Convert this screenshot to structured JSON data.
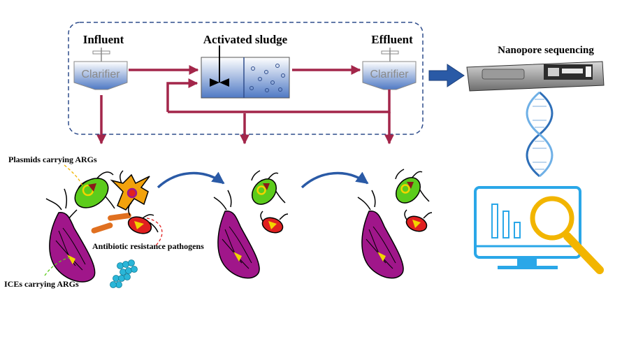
{
  "diagram": {
    "stages": {
      "influent": "Influent",
      "activated_sludge": "Activated sludge",
      "effluent": "Effluent",
      "sequencing": "Nanopore sequencing"
    },
    "tanks": {
      "clarifier_left": "Clarifier",
      "clarifier_right": "Clarifier"
    },
    "annotations": {
      "plasmids": "Plasmids carrying ARGs",
      "pathogens": "Antibiotic resistance pathogens",
      "ices": "ICEs carrying ARGs"
    },
    "colors": {
      "flow_arrow": "#a3264a",
      "dashed_frame": "#2f4d8c",
      "water": "#5b82c9",
      "transfer_arrow": "#2a5aa6",
      "green_bacterium": "#5ccc1c",
      "red_bacterium": "#e02020",
      "purple_bacterium": "#a0168a",
      "monitor": "#2aa7e8",
      "magnifier": "#f2b500",
      "dna": "#4a8fd0"
    },
    "icons": [
      "clarifier-icon",
      "aeration-tank-icon",
      "flow-cell-icon",
      "dna-helix-icon",
      "monitor-chart-icon",
      "magnifier-icon"
    ]
  }
}
